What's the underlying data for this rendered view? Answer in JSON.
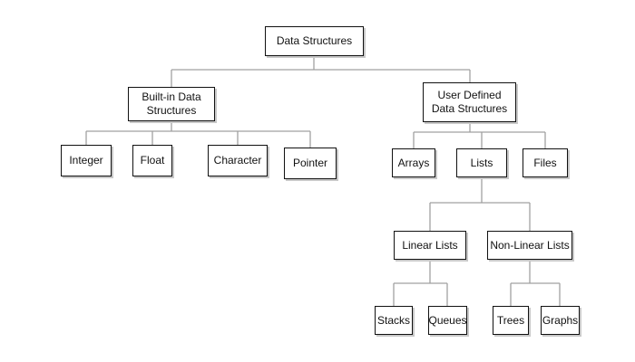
{
  "diagram": {
    "nodes": {
      "root": "Data Structures",
      "builtin": "Built-in Data\nStructures",
      "userdef": "User Defined\nData Structures",
      "integer": "Integer",
      "float": "Float",
      "character": "Character",
      "pointer": "Pointer",
      "arrays": "Arrays",
      "lists": "Lists",
      "files": "Files",
      "linear": "Linear Lists",
      "nonlinear": "Non-Linear Lists",
      "stacks": "Stacks",
      "queues": "Queues",
      "trees": "Trees",
      "graphs": "Graphs"
    },
    "colors": {
      "box_border": "#111111",
      "connector": "#a0a0a0",
      "background": "#ffffff"
    }
  }
}
